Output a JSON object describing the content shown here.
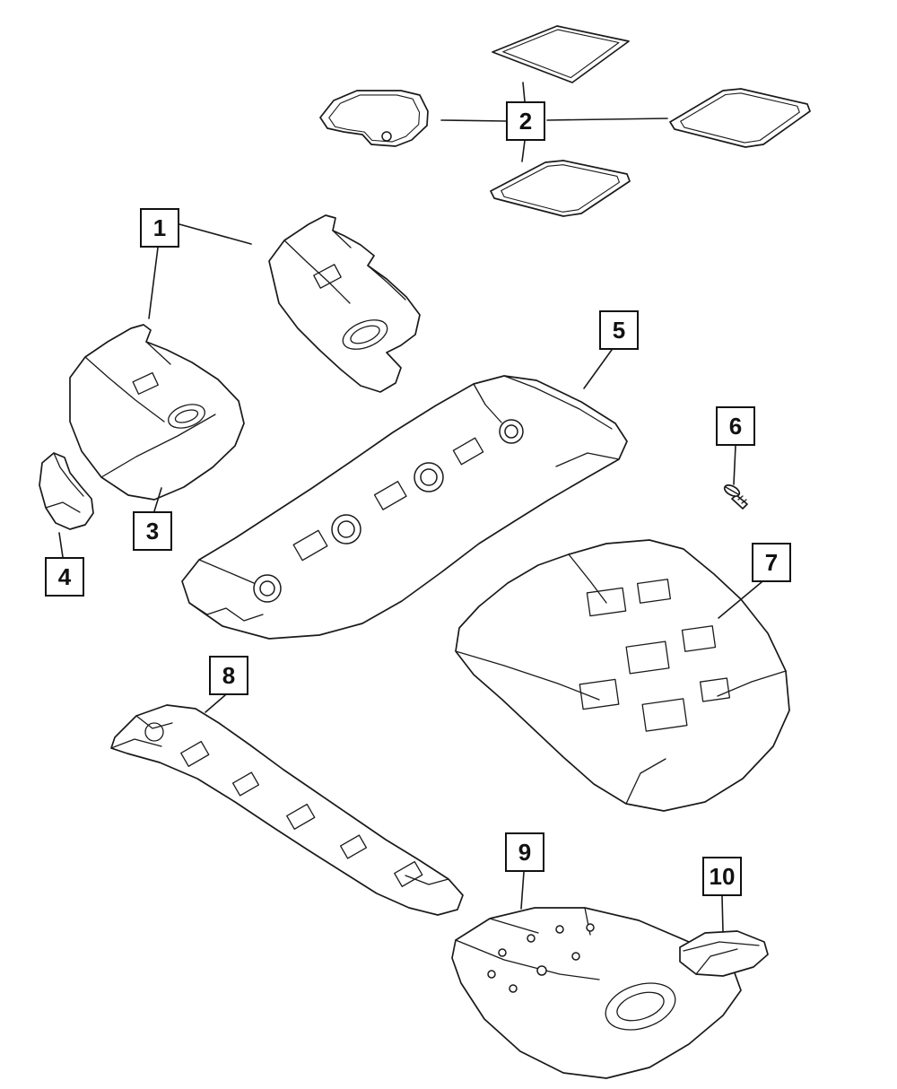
{
  "diagram": {
    "background_color": "#ffffff",
    "line_color": "#1a1a1a",
    "callouts": [
      {
        "id": 1,
        "label": "1"
      },
      {
        "id": 2,
        "label": "2"
      },
      {
        "id": 3,
        "label": "3"
      },
      {
        "id": 4,
        "label": "4"
      },
      {
        "id": 5,
        "label": "5"
      },
      {
        "id": 6,
        "label": "6"
      },
      {
        "id": 7,
        "label": "7"
      },
      {
        "id": 8,
        "label": "8"
      },
      {
        "id": 9,
        "label": "9"
      },
      {
        "id": 10,
        "label": "10"
      }
    ]
  }
}
